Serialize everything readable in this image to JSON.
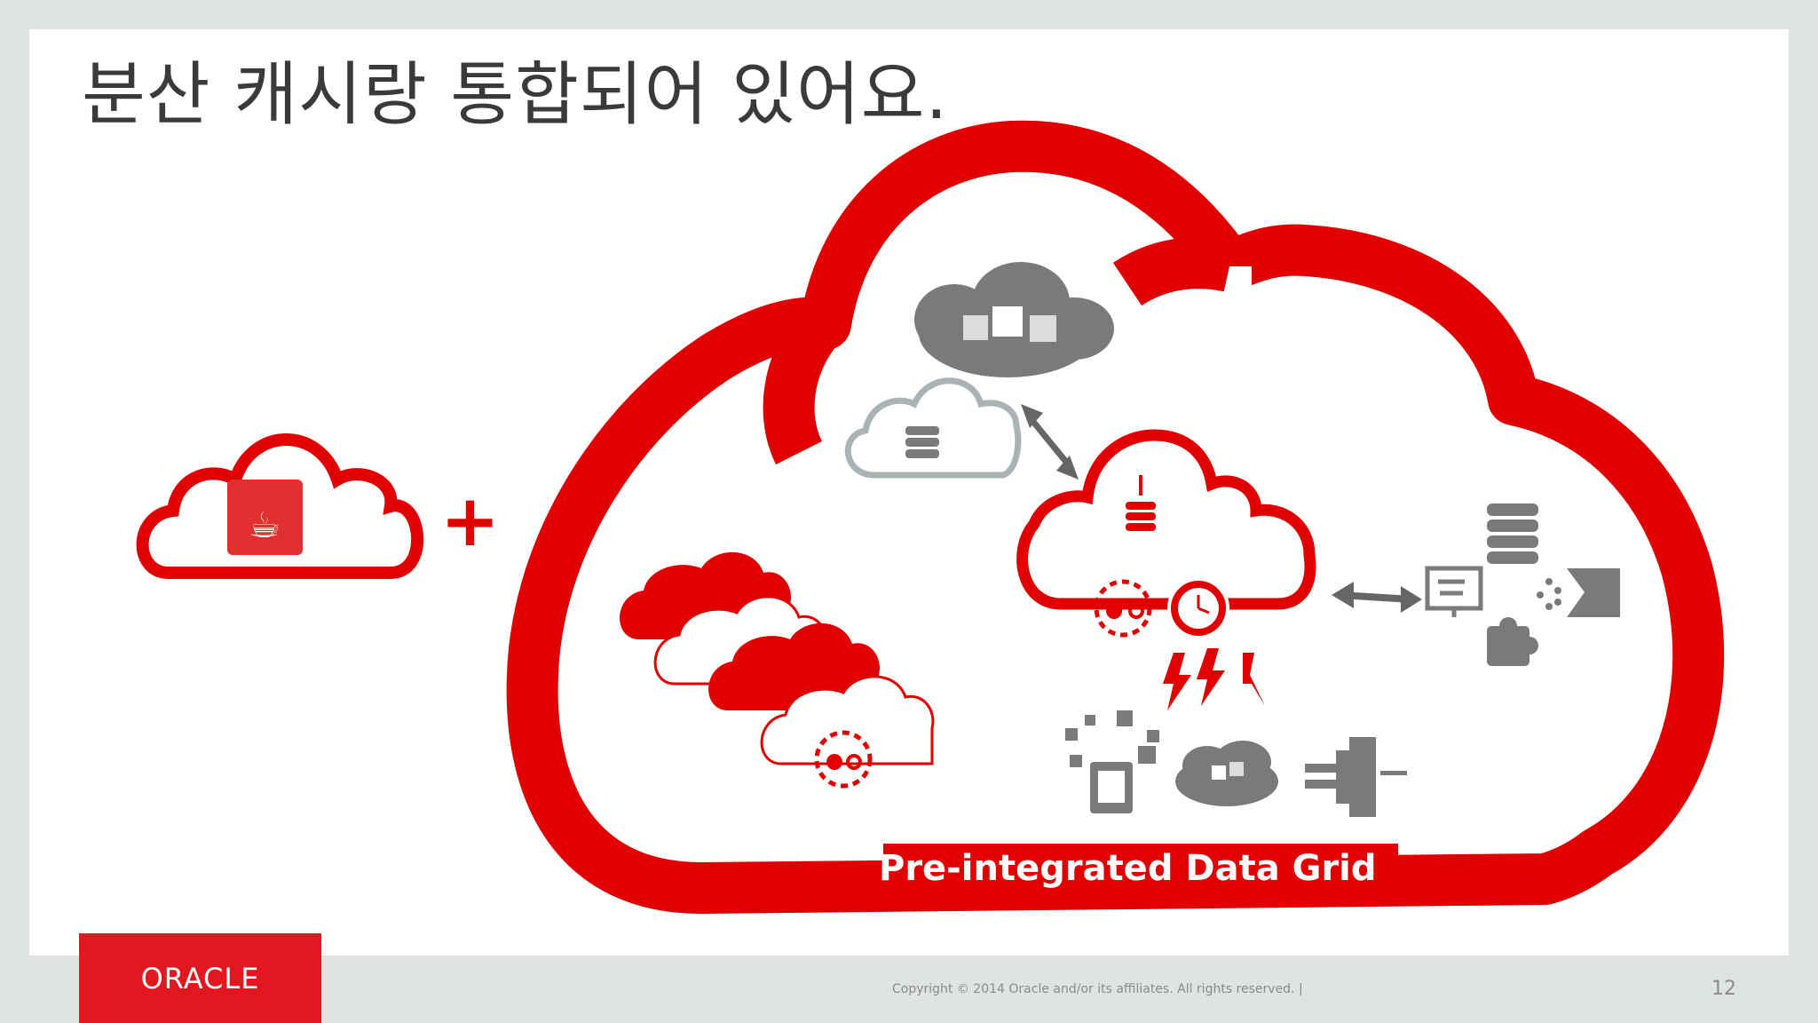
{
  "slide": {
    "title": "분산 캐시랑 통합되어 있어요.",
    "grid_label": "Pre-integrated Data Grid",
    "plus_sign": "+",
    "logo_text": "ORACLE",
    "footer": "Copyright © 2014 Oracle and/or its affiliates. All rights reserved.  |",
    "page_number": "12"
  },
  "icons": [
    "java-cloud-icon",
    "big-cloud-outline-icon",
    "grey-boxes-cloud-icon",
    "database-cloud-icon",
    "data-grid-cloud-icon",
    "stacked-clouds-icon",
    "lightning-icon",
    "devices-icon",
    "server-icon",
    "cart-icon",
    "puzzle-icon",
    "database-icon"
  ],
  "colors": {
    "brand_red": "#e00000",
    "grey": "#7a7a7a",
    "background": "#dfe3e1"
  }
}
